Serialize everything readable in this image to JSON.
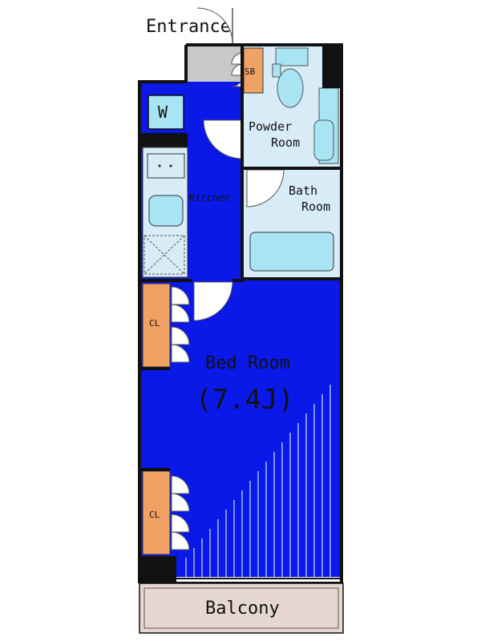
{
  "labels": {
    "entrance": "Entrance",
    "shoe_box": "SB",
    "washer": "W",
    "powder_room": [
      "Powder",
      "Room"
    ],
    "kitchen": "Kitchen",
    "bath_room": [
      "Bath",
      "Room"
    ],
    "closet": "CL",
    "bed_room": "Bed Room",
    "bed_room_size": "(7.4J)",
    "balcony": "Balcony"
  },
  "colors": {
    "wall": "#111111",
    "room_blue": "#0a18e8",
    "wet_area": "#d8ecf8",
    "fixture": "#a8e4f4",
    "closet": "#f0a264",
    "entrance_floor": "#c8c8c8",
    "balcony": "#e6d8d0"
  }
}
